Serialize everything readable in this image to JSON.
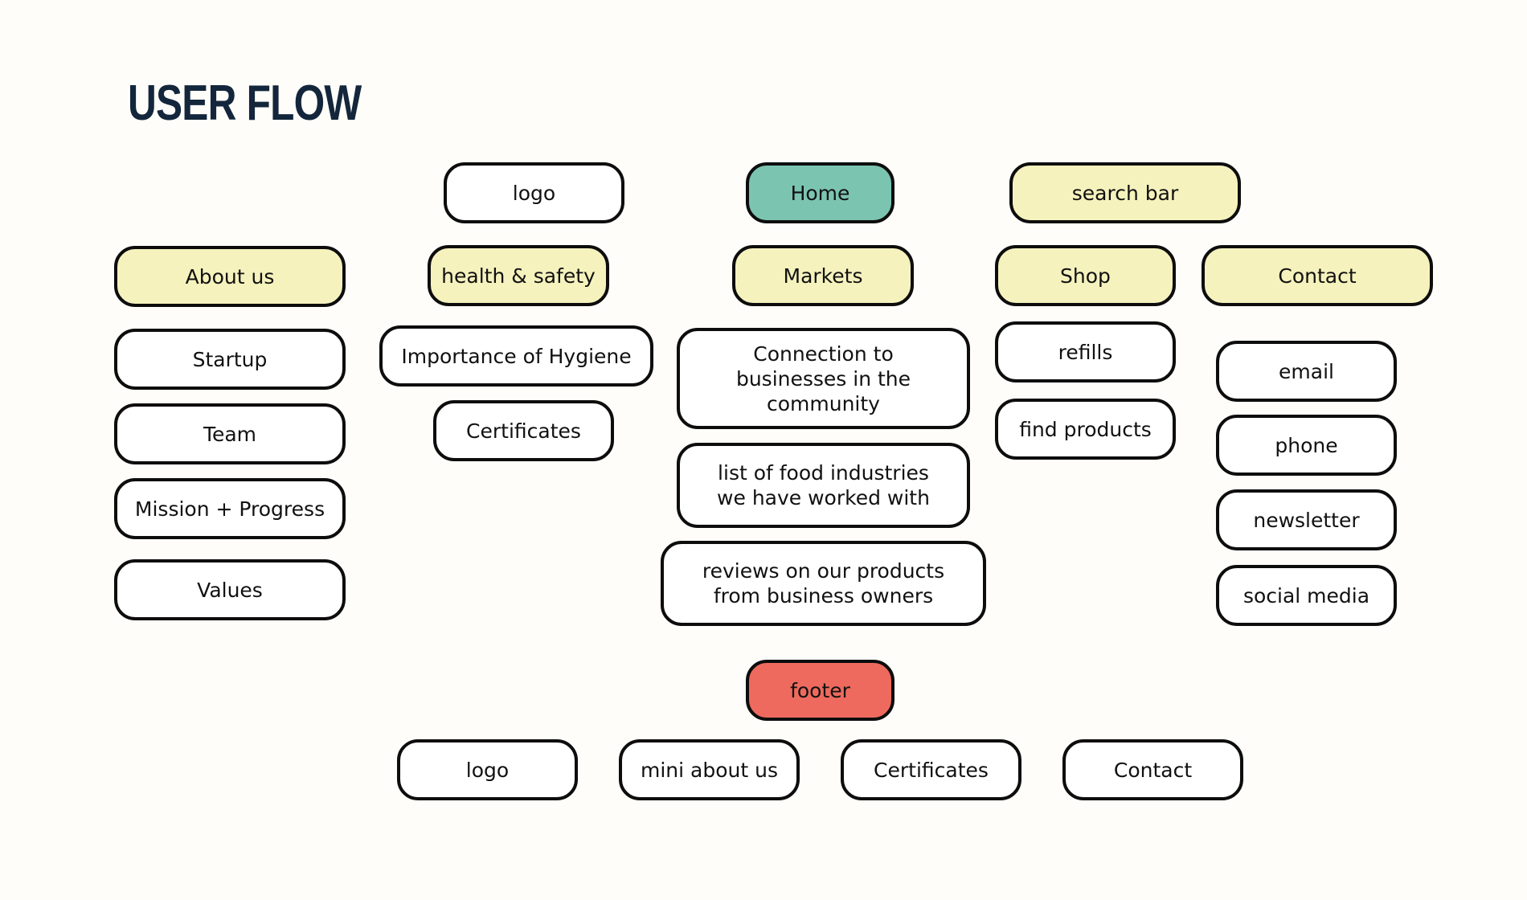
{
  "title": "USER FLOW",
  "colors": {
    "background": "#fffdf9",
    "node_white": "#ffffff",
    "node_yellow": "#f5f2bd",
    "node_home": "#7bc4b0",
    "node_footer": "#ee6a5e",
    "border": "#0d0d0d",
    "title": "#13263b"
  },
  "header": {
    "logo": "logo",
    "home": "Home",
    "search_bar": "search bar"
  },
  "sections": {
    "about": {
      "label": "About us",
      "items": [
        "Startup",
        "Team",
        "Mission + Progress",
        "Values"
      ]
    },
    "health": {
      "label": "health & safety",
      "items": [
        "Importance of Hygiene",
        "Certificates"
      ]
    },
    "markets": {
      "label": "Markets",
      "items": [
        "Connection to\nbusinesses in the\ncommunity",
        "list of food industries\nwe have worked with",
        "reviews on our products\nfrom business owners"
      ]
    },
    "shop": {
      "label": "Shop",
      "items": [
        "refills",
        "find products"
      ]
    },
    "contact": {
      "label": "Contact",
      "items": [
        "email",
        "phone",
        "newsletter",
        "social media"
      ]
    }
  },
  "footer": {
    "label": "footer",
    "items": [
      "logo",
      "mini about us",
      "Certificates",
      "Contact"
    ]
  }
}
